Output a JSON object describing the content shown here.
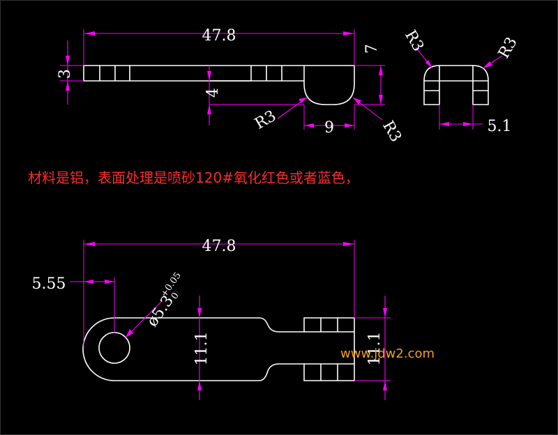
{
  "top_view": {
    "length": "47.8",
    "thickness": "3",
    "slot_depth": "4",
    "height": "7",
    "radius_left": "R3",
    "radius_right": "R3",
    "tab_width": "9"
  },
  "end_view": {
    "radius_left": "R3",
    "radius_right": "R3",
    "slot_width": "5.1"
  },
  "note": "材料是铝，表面处理是喷砂120#氧化红色或者蓝色，",
  "bottom_view": {
    "length": "47.8",
    "hole_offset": "5.55",
    "hole_dia": "ø5.3",
    "tol_upper": "+0.05",
    "tol_lower": "0",
    "width_left": "11.1",
    "width_right": "11.1"
  },
  "watermark": "www.jdw2.com",
  "colors": {
    "background": "#000000",
    "geometry": "#ffffff",
    "dimension": "#ff00ff",
    "note": "#ff2a2a",
    "watermark": "#f0a020"
  }
}
